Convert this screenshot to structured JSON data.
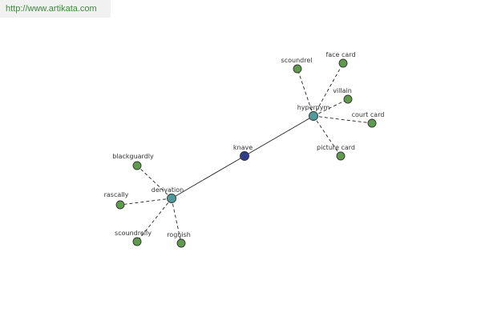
{
  "banner": {
    "url": "http://www.artikata.com"
  },
  "colors": {
    "leaf": "#5e9b4c",
    "hub": "#4f9a9a",
    "center": "#2f3d8a",
    "edge": "#222222"
  },
  "graph": {
    "nodes": [
      {
        "id": "knave",
        "label": "knave",
        "kind": "center"
      },
      {
        "id": "hypernym",
        "label": "hypernym",
        "kind": "hub"
      },
      {
        "id": "derivation",
        "label": "derivation",
        "kind": "hub"
      },
      {
        "id": "scoundrel",
        "label": "scoundrel",
        "kind": "leaf"
      },
      {
        "id": "face-card",
        "label": "face card",
        "kind": "leaf"
      },
      {
        "id": "villain",
        "label": "villain",
        "kind": "leaf"
      },
      {
        "id": "court-card",
        "label": "court card",
        "kind": "leaf"
      },
      {
        "id": "picture-card",
        "label": "picture card",
        "kind": "leaf"
      },
      {
        "id": "blackguardly",
        "label": "blackguardly",
        "kind": "leaf"
      },
      {
        "id": "rascally",
        "label": "rascally",
        "kind": "leaf"
      },
      {
        "id": "scoundrelly",
        "label": "scoundrelly",
        "kind": "leaf"
      },
      {
        "id": "roguish",
        "label": "roguish",
        "kind": "leaf"
      }
    ],
    "edges": [
      {
        "from": "knave",
        "to": "hypernym",
        "style": "solid"
      },
      {
        "from": "knave",
        "to": "derivation",
        "style": "solid"
      },
      {
        "from": "hypernym",
        "to": "scoundrel",
        "style": "dashed"
      },
      {
        "from": "hypernym",
        "to": "face-card",
        "style": "dashed"
      },
      {
        "from": "hypernym",
        "to": "villain",
        "style": "dashed"
      },
      {
        "from": "hypernym",
        "to": "court-card",
        "style": "dashed"
      },
      {
        "from": "hypernym",
        "to": "picture-card",
        "style": "dashed"
      },
      {
        "from": "derivation",
        "to": "blackguardly",
        "style": "dashed"
      },
      {
        "from": "derivation",
        "to": "rascally",
        "style": "dashed"
      },
      {
        "from": "derivation",
        "to": "scoundrelly",
        "style": "dashed"
      },
      {
        "from": "derivation",
        "to": "roguish",
        "style": "dashed"
      }
    ]
  }
}
